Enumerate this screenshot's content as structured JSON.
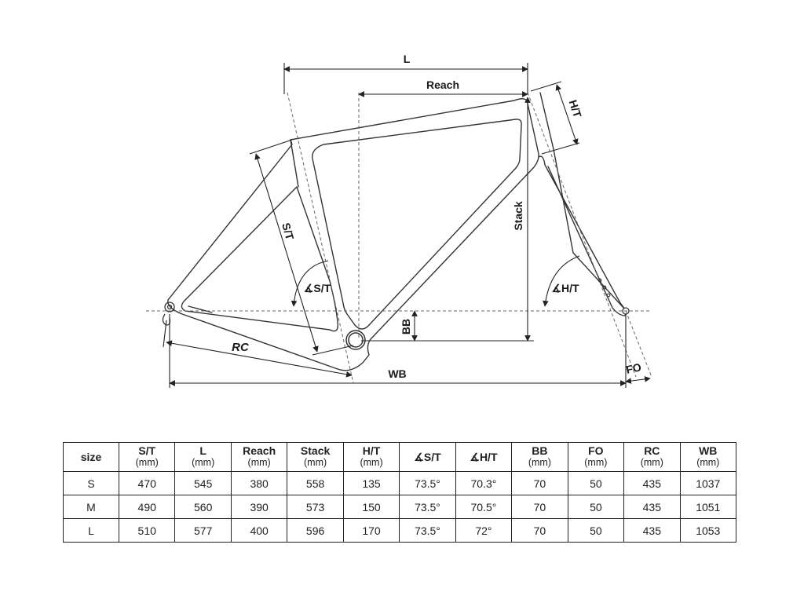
{
  "diagram": {
    "labels": {
      "L": "L",
      "reach": "Reach",
      "ht": "H/T",
      "stack": "Stack",
      "st": "S/T",
      "st_angle": "∡S/T",
      "ht_angle": "∡H/T",
      "bb": "BB",
      "rc": "RC",
      "wb": "WB",
      "fo": "FO"
    }
  },
  "table": {
    "size_header": "size",
    "columns": [
      {
        "label": "S/T",
        "unit": "(mm)"
      },
      {
        "label": "L",
        "unit": "(mm)"
      },
      {
        "label": "Reach",
        "unit": "(mm)"
      },
      {
        "label": "Stack",
        "unit": "(mm)"
      },
      {
        "label": "H/T",
        "unit": "(mm)"
      },
      {
        "label": "∡S/T",
        "unit": ""
      },
      {
        "label": "∡H/T",
        "unit": ""
      },
      {
        "label": "BB",
        "unit": "(mm)"
      },
      {
        "label": "FO",
        "unit": "(mm)"
      },
      {
        "label": "RC",
        "unit": "(mm)"
      },
      {
        "label": "WB",
        "unit": "(mm)"
      }
    ],
    "rows": [
      {
        "size": "S",
        "values": [
          "470",
          "545",
          "380",
          "558",
          "135",
          "73.5°",
          "70.3°",
          "70",
          "50",
          "435",
          "1037"
        ]
      },
      {
        "size": "M",
        "values": [
          "490",
          "560",
          "390",
          "573",
          "150",
          "73.5°",
          "70.5°",
          "70",
          "50",
          "435",
          "1051"
        ]
      },
      {
        "size": "L",
        "values": [
          "510",
          "577",
          "400",
          "596",
          "170",
          "73.5°",
          "72°",
          "70",
          "50",
          "435",
          "1053"
        ]
      }
    ]
  }
}
